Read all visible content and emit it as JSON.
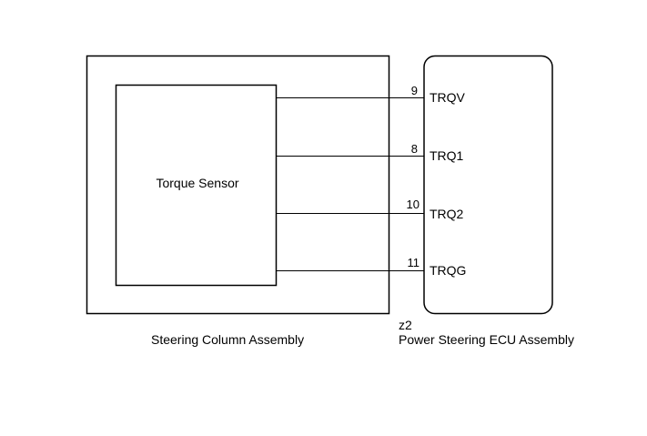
{
  "components": {
    "torque_sensor": {
      "label": "Torque Sensor"
    },
    "steering_column": {
      "label": "Steering Column Assembly"
    },
    "ecu": {
      "code": "z2",
      "label": "Power Steering ECU Assembly"
    }
  },
  "connections": [
    {
      "pin": "9",
      "signal": "TRQV"
    },
    {
      "pin": "8",
      "signal": "TRQ1"
    },
    {
      "pin": "10",
      "signal": "TRQ2"
    },
    {
      "pin": "11",
      "signal": "TRQG"
    }
  ]
}
